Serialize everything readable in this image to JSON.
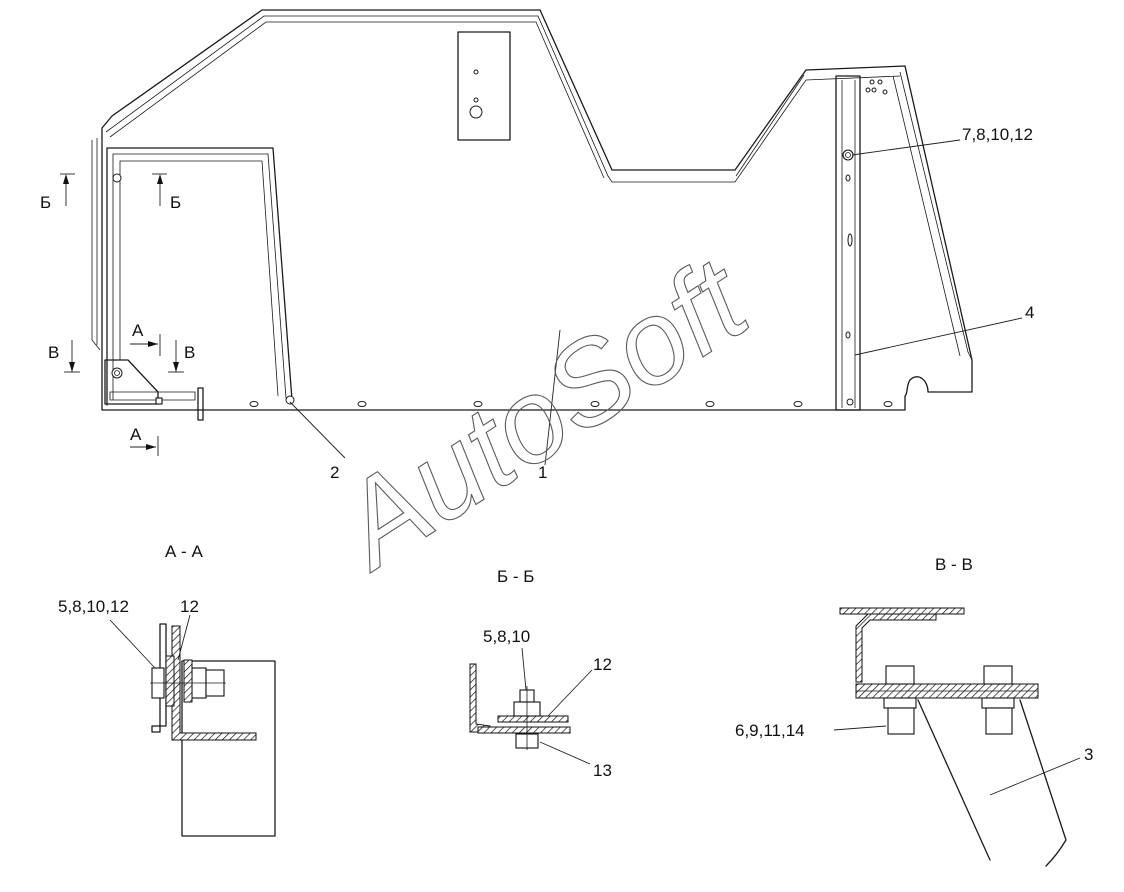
{
  "callouts": {
    "c1": "1",
    "c2": "2",
    "c3": "3",
    "c4": "4",
    "c7": "7,8,10,12",
    "aa_bolt": "5,8,10,12",
    "aa_washer": "12",
    "bb_bolt": "5,8,10",
    "bb_washer": "12",
    "bb_nut": "13",
    "vv_bolt": "6,9,11,14"
  },
  "section_marks": {
    "a": "А",
    "b": "Б",
    "v": "В"
  },
  "section_titles": {
    "aa": "А - А",
    "bb": "Б - Б",
    "vv": "В - В"
  },
  "watermark": "AutoSoft",
  "colors": {
    "line": "#1a1a1a",
    "watermark": "#5a5a5a",
    "background": "#ffffff"
  }
}
